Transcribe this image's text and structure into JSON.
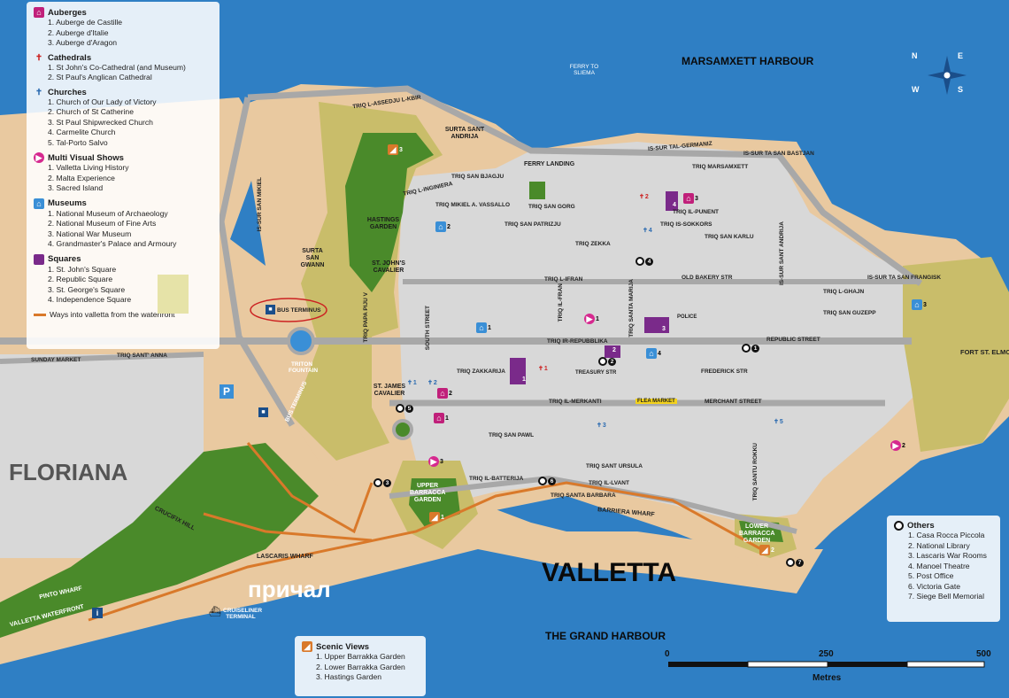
{
  "map_title": "VALLETTA",
  "place_labels": {
    "floriana": "FLORIANA",
    "marsamxett": "MARSAMXETT HARBOUR",
    "grand_harbour": "THE GRAND HARBOUR",
    "prichal": "причал",
    "ferry": "FERRY TO SLIEMA",
    "ferry_landing": "FERRY LANDING",
    "fort_st_elmo": "FORT ST. ELMO",
    "cruiseliner": "CRUISELINER TERMINAL",
    "valletta_waterfront": "VALLETTA WATERFRONT",
    "pinto_wharf": "PINTO WHARF",
    "lascaris_wharf": "LASCARIS WHARF",
    "crucifix_hill": "CRUCIFIX HILL",
    "barriera_wharf": "BARRIERA WHARF",
    "sunday_market": "SUNDAY MARKET",
    "bus_terminus": "BUS TERMINUS",
    "bus_terminus2": "BUS TERMINUS",
    "triton_fountain": "TRITON FOUNTAIN",
    "hastings_garden": "HASTINGS GARDEN",
    "surta_sant_andrija": "SURTA SANT ANDRIJA",
    "surta_san_gwann": "SURTA SAN GWANN",
    "st_johns_cavalier": "ST. JOHN'S CAVALIER",
    "st_james_cavalier": "ST. JAMES CAVALIER",
    "upper_barracca": "UPPER BARRACCA GARDEN",
    "lower_barracca": "LOWER BARRACCA GARDEN",
    "flea_market": "FLEA MARKET",
    "police": "POLICE",
    "treasury_str": "TREASURY STR",
    "parking": "P"
  },
  "streets": {
    "republic": "TRIQ IR-REPUBBLIKA",
    "republic_street": "REPUBLIC STREET",
    "merkanti": "TRIQ IL-MERKANTI",
    "merchant_street": "MERCHANT STREET",
    "ifran": "TRIQ L-IFRAN",
    "old_bakery": "OLD BAKERY STR",
    "ghajn": "TRIQ L-GHAJN",
    "san_guzepp": "TRIQ SAN GUZEPP",
    "assedju": "TRIQ L-ASSEDJU L-KBIR",
    "marsamxett": "TRIQ MARSAMXETT",
    "zekka": "TRIQ ZEKKA",
    "santu_rokku": "TRIQ SANTU ROKKU",
    "san_pawl": "TRIQ SAN PAWL",
    "sant_ursula": "TRIQ SANT URSULA",
    "il_batterija": "TRIQ IL-BATTERIJA",
    "sant_anna": "TRIQ SANT' ANNA",
    "frederick": "FREDERICK STR",
    "zakkarija": "TRIQ ZAKKARIJA",
    "il_punent": "TRIQ IL-PUNENT",
    "is_sur_san_bastjan": "IS-SUR TA SAN BASTJAN",
    "is_sur_tal_german": "IS-SUR TAL-GERMANIZ",
    "is_sur_san_frangisk": "IS-SUR TA SAN FRANGISK",
    "san_karlu": "TRIQ SAN KARLU",
    "l_inginiera": "TRIQ L-INGINIERA",
    "san_bjagju": "TRIQ SAN BJAGJU",
    "mikiel_vassallo": "TRIQ MIKIEL A. VASSALLO",
    "san_gorg": "TRIQ SAN GORG",
    "san_patrizju": "TRIQ SAN PATRIZJU",
    "is_sur_san_mikiel": "IS-SUR SAN MIKIEL",
    "is_sur_san_andrija": "IS-SUR SANT ANDRIJA",
    "sokkors": "TRIQ IS-SOKKORS",
    "il_lvant": "TRIQ IL-LVANT",
    "santa_barbara": "TRIQ SANTA BARBARA",
    "triq_il_papa": "TRIQ PAPA PIJU V",
    "south_street": "SOUTH STREET",
    "v_orsi": "TRIQ SANTA MARIJA",
    "triq_il_fran": "TRIQ IL-FRAN"
  },
  "legend": {
    "auberges": {
      "title": "Auberges",
      "items": [
        "1. Auberge de Castille",
        "2. Auberge d'Italie",
        "3. Auberge d'Aragon"
      ]
    },
    "cathedrals": {
      "title": "Cathedrals",
      "items": [
        "1. St John's Co-Cathedral (and Museum)",
        "2. St Paul's Anglican Cathedral"
      ]
    },
    "churches": {
      "title": "Churches",
      "items": [
        "1. Church of Our Lady of Victory",
        "2. Church of St Catherine",
        "3. St Paul Shipwrecked Church",
        "4. Carmelite Church",
        "5. Tal-Porto Salvo"
      ]
    },
    "shows": {
      "title": "Multi Visual Shows",
      "items": [
        "1. Valletta Living History",
        "2. Malta Experience",
        "3. Sacred Island"
      ]
    },
    "museums": {
      "title": "Museums",
      "items": [
        "1. National Museum of Archaeology",
        "2. National Museum of Fine Arts",
        "3. National War Museum",
        "4. Grandmaster's Palace and Armoury"
      ]
    },
    "squares": {
      "title": "Squares",
      "items": [
        "1. St. John's Square",
        "2. Republic Square",
        "3. St. George's Square",
        "4. Independence Square"
      ]
    },
    "waterfront_label": "Ways into valletta from the waterfront"
  },
  "scenic": {
    "title": "Scenic Views",
    "items": [
      "1. Upper Barrakka Garden",
      "2. Lower Barrakka Garden",
      "3. Hastings Garden"
    ]
  },
  "others": {
    "title": "Others",
    "items": [
      "1. Casa Rocca Piccola",
      "2. National Library",
      "3. Lascaris War Rooms",
      "4. Manoel Theatre",
      "5. Post Office",
      "6. Victoria Gate",
      "7. Siege Bell Memorial"
    ]
  },
  "scale": {
    "label0": "0",
    "label1": "250",
    "label2": "500",
    "unit": "Metres"
  },
  "compass": {
    "n": "N",
    "s": "S",
    "e": "E",
    "w": "W"
  },
  "poi_numbers": {
    "o1": "1",
    "o2": "2",
    "o3": "3",
    "o4": "4",
    "o5": "5",
    "o6": "6",
    "o7": "7",
    "sq1": "1",
    "sq2": "2",
    "sq3": "3",
    "sq4": "4",
    "c1": "1",
    "c2": "2",
    "c3": "3",
    "c4": "4",
    "c5": "5",
    "m1": "1",
    "m2": "2",
    "m3": "3",
    "m4": "4",
    "s1": "1",
    "s2": "2",
    "s3": "3",
    "a1": "1",
    "a2": "2",
    "a3": "3",
    "cat1": "1",
    "cat2": "2",
    "v1": "1",
    "v2": "2",
    "v3": "3"
  },
  "colors": {
    "sea": "#2f7fc4",
    "land": "#e9c9a0",
    "city": "#d8d8d8",
    "bastion": "#c9bd6a",
    "garden": "#4a8a2a",
    "road": "#a8a8a8",
    "route": "#d9792a",
    "museum": "#3a8fd6",
    "square": "#7a2a8a",
    "church": "#2a6ab0",
    "cathedral": "#cc2222",
    "show": "#d6298f",
    "auberge": "#c0207a"
  }
}
